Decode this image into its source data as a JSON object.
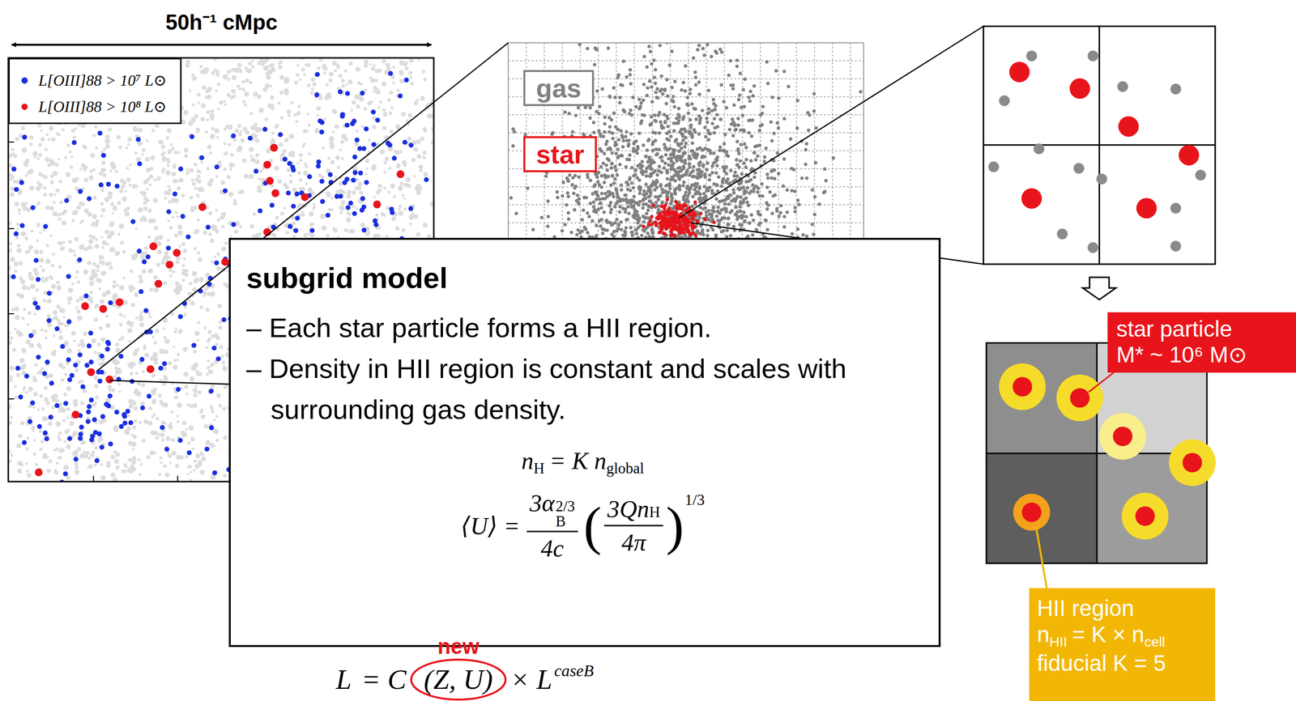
{
  "diagram": {
    "nodes": [
      {
        "text": [
          "gas"
        ]
      },
      {
        "text": [
          "star"
        ]
      },
      {
        "text": [
          "subgrid model",
          "– Each star particle forms a HII region.",
          "– Density in HII region is constant and scales with surrounding gas density.",
          "n",
          "H",
          "= K n",
          "global",
          "⟨U⟩ =",
          "3α",
          "2/3",
          "B",
          "4c",
          "(",
          "3Qn",
          "H",
          "4π",
          ")",
          "1/3"
        ]
      },
      {
        "text": [
          "star particle",
          "M* ~ 10⁶ M⊙"
        ]
      },
      {
        "text": [
          "HII region",
          "n",
          "HII",
          "= K × n",
          "cell",
          "fiducial K = 5"
        ]
      }
    ],
    "labels": [
      "50h⁻¹ cMpc",
      "new",
      "L",
      "= C",
      "(Z, U)",
      "× L",
      "caseB"
    ],
    "legend": [
      {
        "text": "L[OIII]88 > 10⁷ L⊙",
        "color": "#1a2fe0"
      },
      {
        "text": "L[OIII]88 > 10⁸ L⊙",
        "color": "#e8141b"
      }
    ]
  }
}
